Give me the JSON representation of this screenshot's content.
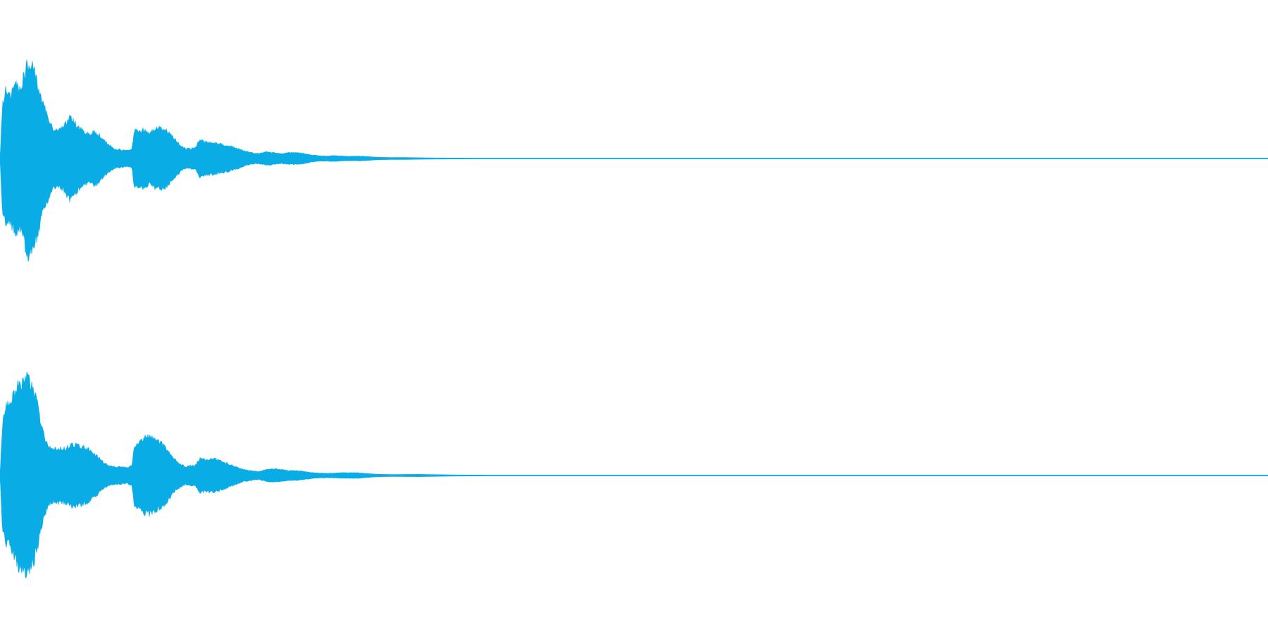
{
  "waveform": {
    "color": "#0AACE6",
    "background": "#FFFFFF",
    "channels": [
      {
        "name": "",
        "peak": 1.0,
        "envelope": [
          [
            0.0,
            0.0
          ],
          [
            0.002,
            0.55
          ],
          [
            0.005,
            0.72
          ],
          [
            0.008,
            0.62
          ],
          [
            0.012,
            0.8
          ],
          [
            0.016,
            0.7
          ],
          [
            0.02,
            0.9
          ],
          [
            0.023,
            1.0
          ],
          [
            0.026,
            0.92
          ],
          [
            0.03,
            0.75
          ],
          [
            0.034,
            0.55
          ],
          [
            0.038,
            0.42
          ],
          [
            0.042,
            0.3
          ],
          [
            0.046,
            0.28
          ],
          [
            0.05,
            0.32
          ],
          [
            0.055,
            0.42
          ],
          [
            0.058,
            0.38
          ],
          [
            0.062,
            0.32
          ],
          [
            0.066,
            0.27
          ],
          [
            0.07,
            0.25
          ],
          [
            0.074,
            0.27
          ],
          [
            0.078,
            0.25
          ],
          [
            0.082,
            0.18
          ],
          [
            0.086,
            0.14
          ],
          [
            0.09,
            0.1
          ],
          [
            0.095,
            0.09
          ],
          [
            0.1,
            0.08
          ],
          [
            0.104,
            0.09
          ],
          [
            0.106,
            0.3
          ],
          [
            0.11,
            0.28
          ],
          [
            0.114,
            0.3
          ],
          [
            0.118,
            0.26
          ],
          [
            0.122,
            0.3
          ],
          [
            0.126,
            0.31
          ],
          [
            0.13,
            0.3
          ],
          [
            0.134,
            0.25
          ],
          [
            0.138,
            0.2
          ],
          [
            0.142,
            0.14
          ],
          [
            0.146,
            0.1
          ],
          [
            0.15,
            0.1
          ],
          [
            0.154,
            0.11
          ],
          [
            0.158,
            0.2
          ],
          [
            0.162,
            0.17
          ],
          [
            0.168,
            0.16
          ],
          [
            0.174,
            0.15
          ],
          [
            0.18,
            0.13
          ],
          [
            0.186,
            0.11
          ],
          [
            0.192,
            0.08
          ],
          [
            0.198,
            0.06
          ],
          [
            0.204,
            0.05
          ],
          [
            0.21,
            0.07
          ],
          [
            0.216,
            0.06
          ],
          [
            0.222,
            0.05
          ],
          [
            0.228,
            0.06
          ],
          [
            0.234,
            0.06
          ],
          [
            0.24,
            0.05
          ],
          [
            0.246,
            0.035
          ],
          [
            0.252,
            0.028
          ],
          [
            0.258,
            0.025
          ],
          [
            0.264,
            0.03
          ],
          [
            0.27,
            0.025
          ],
          [
            0.276,
            0.022
          ],
          [
            0.282,
            0.024
          ],
          [
            0.288,
            0.022
          ],
          [
            0.294,
            0.016
          ],
          [
            0.3,
            0.012
          ],
          [
            0.31,
            0.01
          ],
          [
            0.318,
            0.011
          ],
          [
            0.33,
            0.008
          ],
          [
            0.345,
            0.006
          ],
          [
            0.36,
            0.005
          ],
          [
            0.375,
            0.004
          ],
          [
            0.39,
            0.003
          ],
          [
            0.42,
            0.002
          ],
          [
            0.45,
            0.0015
          ],
          [
            0.47,
            0.003
          ],
          [
            0.48,
            0.001
          ],
          [
            1.0,
            0.0008
          ]
        ]
      },
      {
        "name": "",
        "peak": 1.0,
        "envelope": [
          [
            0.0,
            0.0
          ],
          [
            0.002,
            0.55
          ],
          [
            0.005,
            0.7
          ],
          [
            0.008,
            0.72
          ],
          [
            0.012,
            0.85
          ],
          [
            0.016,
            0.95
          ],
          [
            0.02,
            0.98
          ],
          [
            0.023,
            1.0
          ],
          [
            0.026,
            0.9
          ],
          [
            0.03,
            0.7
          ],
          [
            0.034,
            0.45
          ],
          [
            0.038,
            0.3
          ],
          [
            0.042,
            0.26
          ],
          [
            0.046,
            0.28
          ],
          [
            0.05,
            0.27
          ],
          [
            0.055,
            0.3
          ],
          [
            0.058,
            0.32
          ],
          [
            0.062,
            0.3
          ],
          [
            0.066,
            0.29
          ],
          [
            0.07,
            0.27
          ],
          [
            0.074,
            0.22
          ],
          [
            0.078,
            0.18
          ],
          [
            0.082,
            0.13
          ],
          [
            0.086,
            0.1
          ],
          [
            0.09,
            0.09
          ],
          [
            0.095,
            0.09
          ],
          [
            0.1,
            0.08
          ],
          [
            0.104,
            0.1
          ],
          [
            0.106,
            0.3
          ],
          [
            0.11,
            0.33
          ],
          [
            0.114,
            0.38
          ],
          [
            0.118,
            0.4
          ],
          [
            0.122,
            0.36
          ],
          [
            0.126,
            0.34
          ],
          [
            0.13,
            0.3
          ],
          [
            0.134,
            0.22
          ],
          [
            0.138,
            0.16
          ],
          [
            0.142,
            0.12
          ],
          [
            0.146,
            0.09
          ],
          [
            0.15,
            0.1
          ],
          [
            0.154,
            0.1
          ],
          [
            0.158,
            0.18
          ],
          [
            0.162,
            0.16
          ],
          [
            0.168,
            0.17
          ],
          [
            0.174,
            0.15
          ],
          [
            0.18,
            0.12
          ],
          [
            0.186,
            0.09
          ],
          [
            0.192,
            0.06
          ],
          [
            0.198,
            0.05
          ],
          [
            0.204,
            0.04
          ],
          [
            0.21,
            0.06
          ],
          [
            0.216,
            0.07
          ],
          [
            0.222,
            0.06
          ],
          [
            0.228,
            0.05
          ],
          [
            0.234,
            0.05
          ],
          [
            0.24,
            0.04
          ],
          [
            0.246,
            0.03
          ],
          [
            0.252,
            0.025
          ],
          [
            0.258,
            0.022
          ],
          [
            0.264,
            0.025
          ],
          [
            0.27,
            0.028
          ],
          [
            0.276,
            0.03
          ],
          [
            0.282,
            0.028
          ],
          [
            0.288,
            0.022
          ],
          [
            0.294,
            0.016
          ],
          [
            0.3,
            0.012
          ],
          [
            0.31,
            0.01
          ],
          [
            0.318,
            0.011
          ],
          [
            0.33,
            0.012
          ],
          [
            0.345,
            0.009
          ],
          [
            0.36,
            0.006
          ],
          [
            0.375,
            0.005
          ],
          [
            0.39,
            0.004
          ],
          [
            0.42,
            0.003
          ],
          [
            0.45,
            0.002
          ],
          [
            0.475,
            0.003
          ],
          [
            0.49,
            0.001
          ],
          [
            1.0,
            0.0008
          ]
        ]
      }
    ]
  }
}
